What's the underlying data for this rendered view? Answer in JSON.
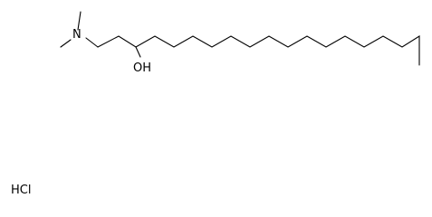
{
  "molecule": {
    "atoms": {
      "nitrogen": "N",
      "hydroxyl": "OH"
    },
    "salt": "HCl"
  },
  "colors": {
    "background": "#ffffff",
    "bond": "#000000",
    "label": "#000000"
  }
}
